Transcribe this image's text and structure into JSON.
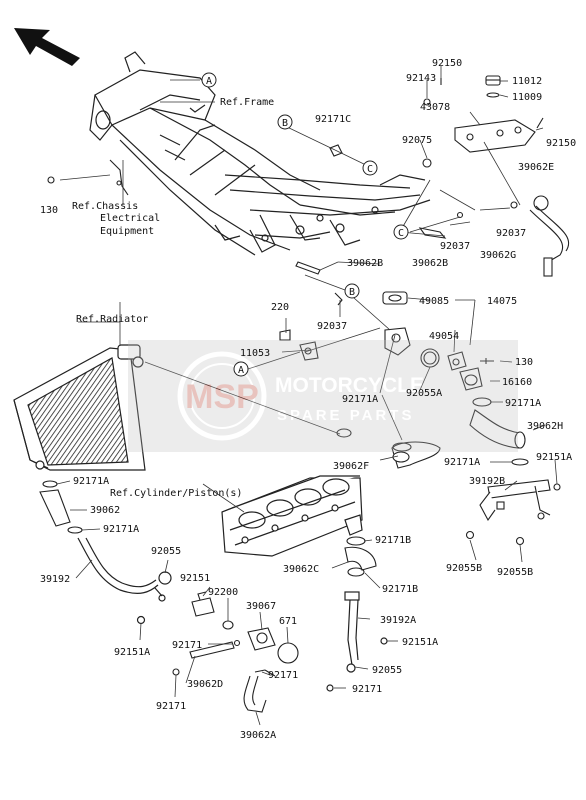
{
  "watermark": {
    "logo_text": "MSP",
    "brand_line1": "MOTORCYCLE",
    "brand_line2": "SPARE PARTS"
  },
  "refs": {
    "frame": "Ref.Frame",
    "chassis_line1": "Ref.Chassis",
    "chassis_line2": "Electrical",
    "chassis_line3": "Equipment",
    "radiator": "Ref.Radiator",
    "cylinder": "Ref.Cylinder/Piston(s)"
  },
  "callouts": {
    "a": "A",
    "b": "B",
    "c": "C"
  },
  "parts": {
    "p92150_top": "92150",
    "p92143": "92143",
    "p11012": "11012",
    "p11009": "11009",
    "p43078": "43078",
    "p92150_right": "92150",
    "p92171c": "92171C",
    "p92075": "92075",
    "p39062e": "39062E",
    "p130_left": "130",
    "p92037_mid": "92037",
    "p92037_right": "92037",
    "p39062b_mid": "39062B",
    "p39062g": "39062G",
    "p39062b_upper": "39062B",
    "p92037_lower": "92037",
    "p220": "220",
    "p49085": "49085",
    "p14075": "14075",
    "p49054": "49054",
    "p11053": "11053",
    "p130_right": "130",
    "p16160": "16160",
    "p92055a": "92055A",
    "p92171a_center": "92171A",
    "p92171a_right": "92171A",
    "p39062h": "39062H",
    "p39062f": "39062F",
    "p92171a_rmid": "92171A",
    "p92151a_right": "92151A",
    "p39192b": "39192B",
    "p92171a_left1": "92171A",
    "p39062_left": "39062",
    "p92171a_left2": "92171A",
    "p92171b_1": "92171B",
    "p92055b_left": "92055B",
    "p92055b_right": "92055B",
    "p92055_left": "92055",
    "p39192": "39192",
    "p39062c": "39062C",
    "p92171b_2": "92171B",
    "p92151": "92151",
    "p92200": "92200",
    "p39067": "39067",
    "p671": "671",
    "p39192a": "39192A",
    "p92151a_left": "92151A",
    "p92151a_mid": "92151A",
    "p92171_1": "92171",
    "p39062d": "39062D",
    "p92171_2": "92171",
    "p92055_mid": "92055",
    "p92171_3": "92171",
    "p92171_4": "92171",
    "p39062a": "39062A"
  }
}
